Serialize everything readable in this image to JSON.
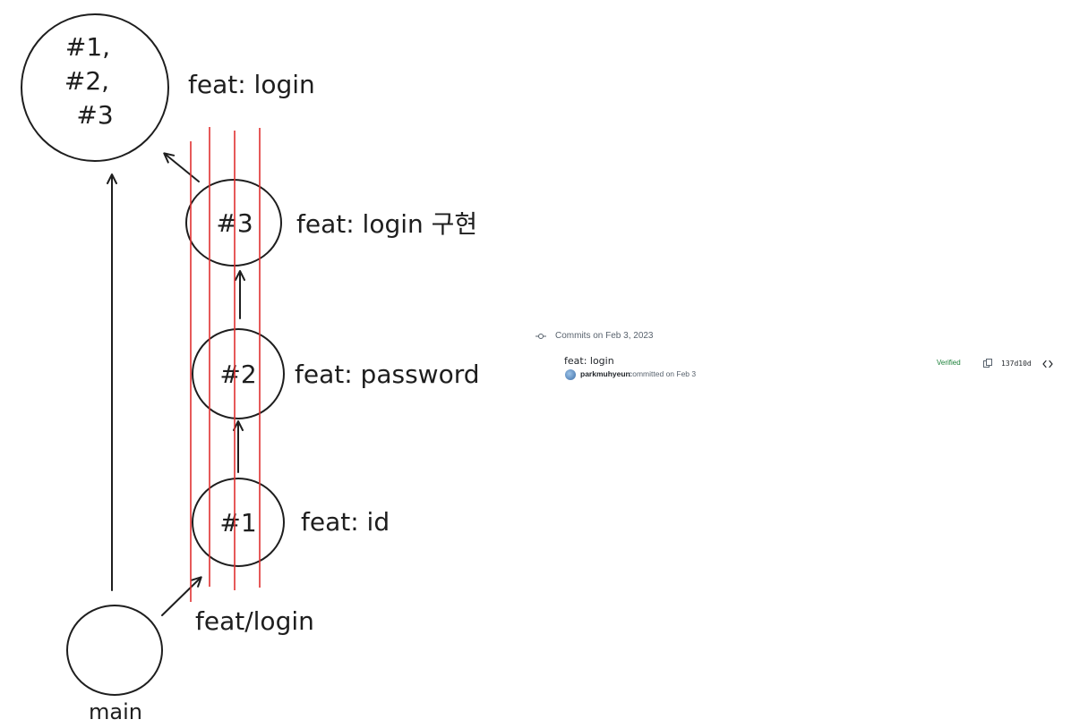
{
  "diagram": {
    "nodes": [
      {
        "id": "merge",
        "label_lines": [
          "#1,",
          "#2,",
          "#3"
        ],
        "caption": "feat: login"
      },
      {
        "id": "c3",
        "label_lines": [
          "#3"
        ],
        "caption": "feat: login 구현"
      },
      {
        "id": "c2",
        "label_lines": [
          "#2"
        ],
        "caption": "feat: password"
      },
      {
        "id": "c1",
        "label_lines": [
          "#1"
        ],
        "caption": "feat: id"
      },
      {
        "id": "main",
        "label_lines": [],
        "caption": "main"
      }
    ],
    "branch_label": "feat/login",
    "edges": [
      {
        "from": "main",
        "to": "merge"
      },
      {
        "from": "main",
        "to": "c1"
      },
      {
        "from": "c1",
        "to": "c2"
      },
      {
        "from": "c2",
        "to": "c3"
      },
      {
        "from": "c3",
        "to": "merge"
      }
    ],
    "strike_line_color": "#e03131",
    "ink_color": "#1e1e1e"
  },
  "commits": {
    "group_label": "Commits on Feb 3, 2023",
    "items": [
      {
        "title": "feat: login",
        "author": "parkmuhyeun",
        "committed_text": "committed on Feb 3",
        "verified": "Verified",
        "sha": "137d10d"
      }
    ],
    "icons": {
      "group": "git-commit-icon",
      "copy": "copy-icon",
      "browse": "code-icon"
    },
    "verified_color": "#1a7f37"
  }
}
